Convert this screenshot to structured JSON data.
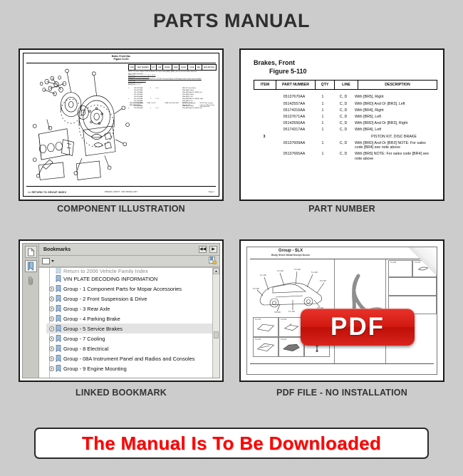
{
  "header": {
    "title": "PARTS MANUAL"
  },
  "theme": {
    "background": "#cccccc",
    "panel_border": "#1a1a1a",
    "title_color": "#2e2e2e",
    "banner_text_color": "#ff0000",
    "pdf_red": "#d21a12"
  },
  "captions": {
    "component_illustration": "COMPONENT ILLUSTRATION",
    "part_number": "PART NUMBER",
    "linked_bookmark": "LINKED BOOKMARK",
    "pdf_file": "PDF FILE - NO INSTALLATION"
  },
  "illustration_panel": {
    "doc_title_line1": "Brake, Front Disc",
    "doc_title_line2": "Figure 5-110",
    "footer_link": "<< RETURN TO GROUP INDEX",
    "footer_center": "BRAKES, FRONT · DISC BRAKE UNIT",
    "footer_right": "Page 1",
    "table_headers": [
      "ITEM",
      "PART NUMBER",
      "QTY",
      "LINE",
      "MODEL",
      "YEAR",
      "GROUP",
      "CODE",
      "SEQ",
      "DESCRIPTION"
    ],
    "note_lines": [
      "NOTE: To service Figure 5-110 for Brakes for sales codes [BR4], [BR5], refer to service bulletin attached.",
      "Note: Follow the steps",
      "[BR1] Note: 1, 2, 3 - 4, 5, 6, 7, 8, 9, 10, 11",
      "[BR2] Note: 1, 2, 3 - 4, 5, 6, 7, 8",
      "[BR3] Note: 1, 2, 3 - 4, 5, 6, 7, 8 and 9, 10 - NOTE: To service Figure 5-110 Engine refer to other service bulletin",
      "[BR4] Note: 1, 2, 3 - 4, 5, 6",
      "[BR5] Note: 1, 2, 3 - 4",
      "[BR6] Note: 1, 2, 3"
    ],
    "rows": [
      {
        "item": "1",
        "pn": "05137670AA",
        "qty": "1",
        "line": "C, D",
        "desc": "PAD KIT, Disc Brake"
      },
      {
        "item": "",
        "pn": "05142557AA",
        "qty": "",
        "line": "",
        "desc": "With [BR5], Right"
      },
      {
        "item": "",
        "pn": "05174316AA",
        "qty": "",
        "line": "",
        "desc": "With [BRD] And Or [BR3], Left"
      },
      {
        "item": "",
        "pn": "05137671AA",
        "qty": "",
        "line": "",
        "desc": "With [BR4], Right"
      },
      {
        "item": "",
        "pn": "05142556AA",
        "qty": "",
        "line": "",
        "desc": "With [BR5], Left"
      },
      {
        "item": "2",
        "pn": "05174317AA",
        "qty": "1",
        "line": "C, D",
        "desc": "With [BRD] And Or [BR3], Right"
      },
      {
        "item": "",
        "pn": "05137609AA",
        "qty": "",
        "line": "",
        "desc": "With [BR4], Left"
      },
      {
        "item": "",
        "pn": "05137665AA",
        "qty": "",
        "line": "",
        "desc": "ROTOR, Brake"
      },
      {
        "item": "",
        "pn": "05135820AA",
        "qty": "",
        "line": "",
        "desc": "With [BR5], Right"
      },
      {
        "item": "3",
        "pn": "05135821AA",
        "qty": "1",
        "line": "C, D",
        "desc": "With [BRD] And Or [BR3], Left"
      }
    ],
    "bottom_notes": [
      "SALES CODES: [BR1] [BR2] [BR3] [BR4]",
      "LINE: C D E F",
      "YEAR: 2005 2006 2007",
      "MODEL: LX - Charger, Magnum, 300",
      "NOTE: Refer to group index for additional sales code information"
    ]
  },
  "part_number_panel": {
    "title_line1": "Brakes, Front",
    "title_line2": "Figure 5-110",
    "columns": [
      "ITEM",
      "PART NUMBER",
      "QTY",
      "LINE",
      "DESCRIPTION"
    ],
    "rows": [
      {
        "item": "",
        "part_number": "05137670AA",
        "qty": "1",
        "line": "C, D",
        "description": "With [BR5], Right"
      },
      {
        "item": "",
        "part_number": "05142557AA",
        "qty": "1",
        "line": "C, D",
        "description": "With [BRD] And Or [BR3], Left"
      },
      {
        "item": "",
        "part_number": "05174316AA",
        "qty": "1",
        "line": "C, D",
        "description": "With [BR4], Right"
      },
      {
        "item": "",
        "part_number": "05137671AA",
        "qty": "1",
        "line": "C, D",
        "description": "With [BR5], Left"
      },
      {
        "item": "",
        "part_number": "05142556AA",
        "qty": "1",
        "line": "C, D",
        "description": "With [BRD] And Or [BR3], Right"
      },
      {
        "item": "",
        "part_number": "05174317AA",
        "qty": "1",
        "line": "C, D",
        "description": "With [BR4], Left"
      },
      {
        "item": "3",
        "part_number": "",
        "qty": "",
        "line": "",
        "description": "PISTON KIT, DISC BRAKE",
        "center_desc": true
      },
      {
        "item": "",
        "part_number": "05137609AA",
        "qty": "1",
        "line": "C, D",
        "description": "With [BRD] And Or [BR3] NOTE: For sales code [BR4] see note above"
      },
      {
        "item": "",
        "part_number": "05137665AA",
        "qty": "1",
        "line": "C, D",
        "description": "With [BR5] NOTE: For sales code [BR4] see note above"
      }
    ]
  },
  "bookmark_panel": {
    "pane_title": "Bookmarks",
    "nav_prev": "◀◀",
    "nav_next": "▶",
    "rail_icons": [
      "pages-icon",
      "bookmark-ribbon-icon",
      "paperclip-icon"
    ],
    "toolbar_options_icon": "options-menu-icon",
    "toolbar_right_icon": "bookmark-properties-icon",
    "partial_top_item": "Return to 2006 Vehicle Family Index",
    "items": [
      {
        "label": "VIN PLATE DECODING INFORMATION",
        "expandable": false,
        "selected": false
      },
      {
        "label": "Group - 1 Component Parts for Mopar Accessories",
        "expandable": true,
        "selected": false
      },
      {
        "label": "Group - 2 Front Suspension & Drive",
        "expandable": true,
        "selected": false
      },
      {
        "label": "Group - 3 Rear Axle",
        "expandable": true,
        "selected": false
      },
      {
        "label": "Group - 4 Parking Brake",
        "expandable": true,
        "selected": false
      },
      {
        "label": "Group - 5 Service Brakes",
        "expandable": true,
        "selected": true
      },
      {
        "label": "Group - 7 Cooling",
        "expandable": true,
        "selected": false
      },
      {
        "label": "Group - 8 Electrical",
        "expandable": true,
        "selected": false
      },
      {
        "label": "Group - 08A Instrument Panel and Radios and Consoles",
        "expandable": true,
        "selected": false
      },
      {
        "label": "Group - 9 Engine Mounting",
        "expandable": true,
        "selected": false
      }
    ]
  },
  "pdf_panel": {
    "doc_title": "Group - $LX",
    "doc_subtitle": "Body Sheet Metal Except Doors",
    "logo_text": "PDF",
    "thumb_labels": [
      "5.1-100",
      "5.2-100",
      "5.3-100",
      "5.4-100",
      "5.5-100",
      "5.6-100"
    ]
  },
  "footer": {
    "banner_text": "The Manual Is To Be Downloaded"
  }
}
